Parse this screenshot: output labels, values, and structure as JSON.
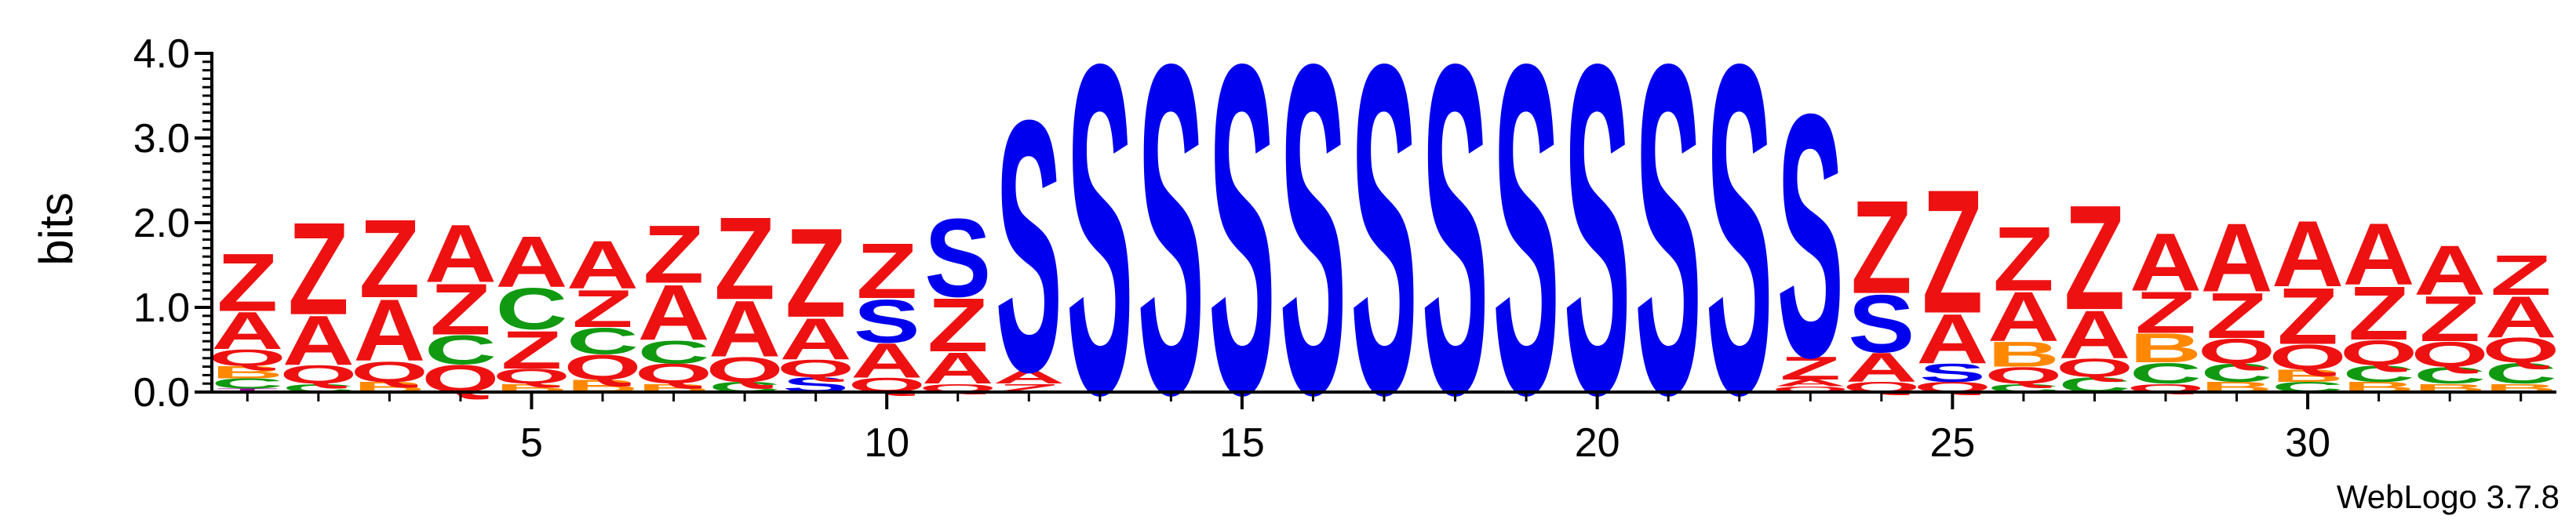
{
  "chart_data": {
    "type": "sequence-logo",
    "ylabel": "bits",
    "ylim": [
      0,
      4.0
    ],
    "y_ticks": [
      "0.0",
      "1.0",
      "2.0",
      "3.0",
      "4.0"
    ],
    "x_ticks": [
      "5",
      "10",
      "15",
      "20",
      "25",
      "30"
    ],
    "x_tick_values": [
      5,
      10,
      15,
      20,
      25,
      30
    ],
    "n_positions": 33,
    "credit": "WebLogo 3.7.8",
    "letter_colors": {
      "Z": "#ee1111",
      "A": "#ee1111",
      "Q": "#ee1111",
      "S": "#0000ee",
      "C": "#119911",
      "B": "#ff8800",
      "T": "#990099"
    },
    "positions": [
      {
        "pos": 1,
        "stack": [
          [
            "T",
            0.04
          ],
          [
            "C",
            0.12
          ],
          [
            "B",
            0.15
          ],
          [
            "Q",
            0.2
          ],
          [
            "A",
            0.45
          ],
          [
            "Z",
            0.7
          ]
        ]
      },
      {
        "pos": 2,
        "stack": [
          [
            "C",
            0.1
          ],
          [
            "Q",
            0.22
          ],
          [
            "A",
            0.6
          ],
          [
            "Z",
            1.12
          ]
        ]
      },
      {
        "pos": 3,
        "stack": [
          [
            "B",
            0.12
          ],
          [
            "Q",
            0.25
          ],
          [
            "A",
            0.75
          ],
          [
            "Z",
            0.95
          ]
        ]
      },
      {
        "pos": 4,
        "stack": [
          [
            "Q",
            0.33
          ],
          [
            "C",
            0.35
          ],
          [
            "Z",
            0.62
          ],
          [
            "A",
            0.7
          ]
        ]
      },
      {
        "pos": 5,
        "stack": [
          [
            "B",
            0.1
          ],
          [
            "Q",
            0.18
          ],
          [
            "Z",
            0.46
          ],
          [
            "C",
            0.5
          ],
          [
            "A",
            0.62
          ]
        ]
      },
      {
        "pos": 6,
        "stack": [
          [
            "B",
            0.15
          ],
          [
            "Q",
            0.3
          ],
          [
            "C",
            0.32
          ],
          [
            "Z",
            0.45
          ],
          [
            "A",
            0.58
          ]
        ]
      },
      {
        "pos": 7,
        "stack": [
          [
            "B",
            0.1
          ],
          [
            "Q",
            0.24
          ],
          [
            "C",
            0.28
          ],
          [
            "A",
            0.67
          ],
          [
            "Z",
            0.7
          ]
        ]
      },
      {
        "pos": 8,
        "stack": [
          [
            "C",
            0.12
          ],
          [
            "Q",
            0.3
          ],
          [
            "A",
            0.68
          ],
          [
            "Z",
            1.0
          ]
        ]
      },
      {
        "pos": 9,
        "stack": [
          [
            "S",
            0.18
          ],
          [
            "Q",
            0.21
          ],
          [
            "A",
            0.5
          ],
          [
            "Z",
            1.08
          ]
        ]
      },
      {
        "pos": 10,
        "stack": [
          [
            "Q",
            0.17
          ],
          [
            "A",
            0.42
          ],
          [
            "S",
            0.52
          ],
          [
            "Z",
            0.67
          ]
        ]
      },
      {
        "pos": 11,
        "stack": [
          [
            "Q",
            0.1
          ],
          [
            "A",
            0.38
          ],
          [
            "Z",
            0.65
          ],
          [
            "S",
            0.95
          ]
        ]
      },
      {
        "pos": 12,
        "stack": [
          [
            "Z",
            0.1
          ],
          [
            "A",
            0.16
          ],
          [
            "S",
            3.05
          ]
        ]
      },
      {
        "pos": 13,
        "stack": [
          [
            "S",
            4.0
          ]
        ]
      },
      {
        "pos": 14,
        "stack": [
          [
            "S",
            4.0
          ]
        ]
      },
      {
        "pos": 15,
        "stack": [
          [
            "S",
            4.0
          ]
        ]
      },
      {
        "pos": 16,
        "stack": [
          [
            "S",
            4.0
          ]
        ]
      },
      {
        "pos": 17,
        "stack": [
          [
            "S",
            4.0
          ]
        ]
      },
      {
        "pos": 18,
        "stack": [
          [
            "S",
            4.0
          ]
        ]
      },
      {
        "pos": 19,
        "stack": [
          [
            "S",
            4.0
          ]
        ]
      },
      {
        "pos": 20,
        "stack": [
          [
            "S",
            4.0
          ]
        ]
      },
      {
        "pos": 21,
        "stack": [
          [
            "S",
            4.0
          ]
        ]
      },
      {
        "pos": 22,
        "stack": [
          [
            "S",
            4.0
          ]
        ]
      },
      {
        "pos": 23,
        "stack": [
          [
            "Q",
            0.07
          ],
          [
            "A",
            0.08
          ],
          [
            "Z",
            0.28
          ],
          [
            "S",
            2.95
          ]
        ]
      },
      {
        "pos": 24,
        "stack": [
          [
            "Q",
            0.12
          ],
          [
            "A",
            0.35
          ],
          [
            "S",
            0.7
          ],
          [
            "Z",
            1.13
          ]
        ]
      },
      {
        "pos": 25,
        "stack": [
          [
            "Q",
            0.12
          ],
          [
            "S",
            0.22
          ],
          [
            "A",
            0.6
          ],
          [
            "Z",
            1.5
          ]
        ]
      },
      {
        "pos": 26,
        "stack": [
          [
            "C",
            0.1
          ],
          [
            "Q",
            0.2
          ],
          [
            "B",
            0.3
          ],
          [
            "A",
            0.6
          ],
          [
            "Z",
            0.78
          ]
        ]
      },
      {
        "pos": 27,
        "stack": [
          [
            "C",
            0.18
          ],
          [
            "Q",
            0.22
          ],
          [
            "A",
            0.58
          ],
          [
            "Z",
            1.27
          ]
        ]
      },
      {
        "pos": 28,
        "stack": [
          [
            "Q",
            0.1
          ],
          [
            "C",
            0.25
          ],
          [
            "B",
            0.35
          ],
          [
            "Z",
            0.5
          ],
          [
            "A",
            0.7
          ]
        ]
      },
      {
        "pos": 29,
        "stack": [
          [
            "B",
            0.12
          ],
          [
            "C",
            0.22
          ],
          [
            "Q",
            0.3
          ],
          [
            "Z",
            0.55
          ],
          [
            "A",
            0.83
          ]
        ]
      },
      {
        "pos": 30,
        "stack": [
          [
            "C",
            0.12
          ],
          [
            "B",
            0.15
          ],
          [
            "Q",
            0.3
          ],
          [
            "Z",
            0.68
          ],
          [
            "A",
            0.8
          ]
        ]
      },
      {
        "pos": 31,
        "stack": [
          [
            "B",
            0.12
          ],
          [
            "C",
            0.2
          ],
          [
            "Q",
            0.3
          ],
          [
            "Z",
            0.65
          ],
          [
            "A",
            0.75
          ]
        ]
      },
      {
        "pos": 32,
        "stack": [
          [
            "B",
            0.1
          ],
          [
            "C",
            0.2
          ],
          [
            "Q",
            0.3
          ],
          [
            "Z",
            0.55
          ],
          [
            "A",
            0.6
          ]
        ]
      },
      {
        "pos": 33,
        "stack": [
          [
            "B",
            0.1
          ],
          [
            "C",
            0.25
          ],
          [
            "Q",
            0.3
          ],
          [
            "A",
            0.5
          ],
          [
            "Z",
            0.48
          ]
        ]
      }
    ]
  }
}
